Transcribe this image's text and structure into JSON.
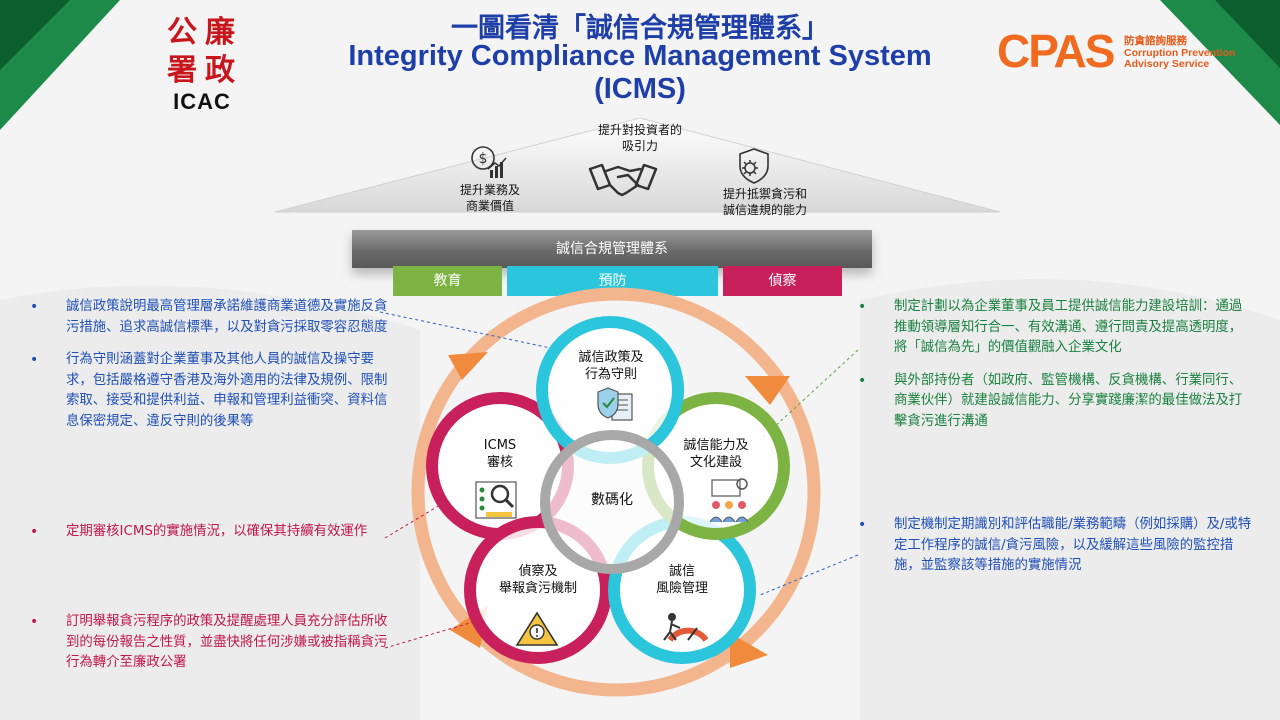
{
  "title": {
    "zh": "一圖看清「誠信合規管理體系」",
    "en_line1": "Integrity Compliance Management System",
    "en_line2": "(ICMS)"
  },
  "logos": {
    "icac_seal_chars": [
      "公",
      "廉",
      "署",
      "政"
    ],
    "icac_word": "ICAC",
    "cpas_word": "CPAS",
    "cpas_zh": "防貪諮詢服務",
    "cpas_en_line1": "Corruption Prevention",
    "cpas_en_line2": "Advisory Service"
  },
  "roof": {
    "left_line1": "提升業務及",
    "left_line2": "商業價值",
    "center_line1": "提升對投資者的",
    "center_line2": "吸引力",
    "right_line1": "提升抵禦貪污和",
    "right_line2": "誠信違規的能力",
    "left_icon": "dollar-growth-icon",
    "center_icon": "handshake-icon",
    "right_icon": "shield-virus-icon"
  },
  "system_bar": "誠信合規管理體系",
  "pillars": {
    "education": "教育",
    "prevention": "預防",
    "detection": "偵察"
  },
  "circles": {
    "policy_line1": "誠信政策及",
    "policy_line2": "行為守則",
    "capacity_line1": "誠信能力及",
    "capacity_line2": "文化建設",
    "risk_line1": "誠信",
    "risk_line2": "風險管理",
    "reporting_line1": "偵察及",
    "reporting_line2": "舉報貪污機制",
    "audit_line1": "ICMS",
    "audit_line2": "審核",
    "center": "數碼化"
  },
  "left_bullets": {
    "b1": "誠信政策說明最高管理層承諾維護商業道德及實施反貪污措施、追求高誠信標準，以及對貪污採取零容忍態度",
    "b2": "行為守則涵蓋對企業董事及其他人員的誠信及操守要求，包括嚴格遵守香港及海外適用的法律及規例、限制索取、接受和提供利益、申報和管理利益衝突、資料信息保密規定、違反守則的後果等",
    "b3": "定期審核ICMS的實施情況，以確保其持續有效運作",
    "b4": "訂明舉報貪污程序的政策及提醒處理人員充分評估所收到的每份報告之性質，並盡快將任何涉嫌或被指稱貪污行為轉介至廉政公署"
  },
  "right_bullets": {
    "b1": "制定計劃以為企業董事及員工提供誠信能力建設培訓：通過推動領導層知行合一、有效溝通、遵行問責及提高透明度，將「誠信為先」的價值觀融入企業文化",
    "b2": "與外部持份者（如政府、監管機構、反貪機構、行業同行、商業伙伴）就建設誠信能力、分享實踐廉潔的最佳做法及打擊貪污進行溝通",
    "b3": "制定機制定期識別和評估職能/業務範疇（例如採購）及/或特定工作程序的誠信/貪污風險，以及緩解這些風險的監控措施，並監察該等措施的實施情況"
  },
  "colors": {
    "title_blue": "#1f3fa8",
    "icac_red": "#c8161d",
    "cpas_orange": "#f06a1f",
    "education_green": "#7cb342",
    "prevention_cyan": "#2bc5dc",
    "detection_crimson": "#c8205a",
    "cycle_orange": "#f0a57a",
    "bullet_blue": "#1f4fb6",
    "bullet_red": "#c0174b",
    "bullet_green": "#19813e"
  }
}
